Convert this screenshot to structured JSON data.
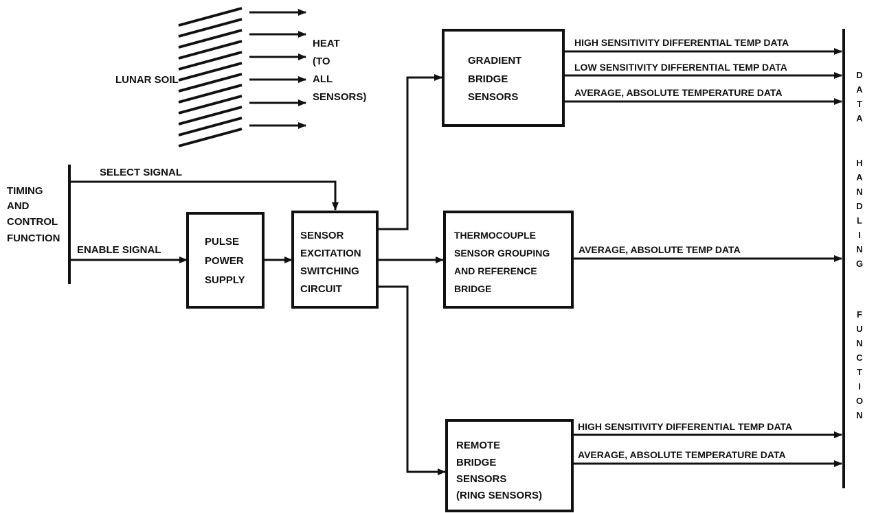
{
  "diagram": {
    "lunar_soil_label": "LUNAR SOIL",
    "heat_label_lines": [
      "HEAT",
      "(TO",
      "ALL",
      "SENSORS)"
    ],
    "timing_label_lines": [
      "TIMING",
      "AND",
      "CONTROL",
      "FUNCTION"
    ],
    "select_signal_label": "SELECT SIGNAL",
    "enable_signal_label": "ENABLE SIGNAL",
    "pulse_power_lines": [
      "PULSE",
      "POWER",
      "SUPPLY"
    ],
    "switching_lines": [
      "SENSOR",
      "EXCITATION",
      "SWITCHING",
      "CIRCUIT"
    ],
    "gradient_lines": [
      "GRADIENT",
      "BRIDGE",
      "SENSORS"
    ],
    "thermocouple_lines": [
      "THERMOCOUPLE",
      "SENSOR GROUPING",
      "AND REFERENCE",
      "BRIDGE"
    ],
    "remote_lines": [
      "REMOTE",
      "BRIDGE",
      "SENSORS",
      "(RING SENSORS)"
    ],
    "gradient_outputs": [
      "HIGH SENSITIVITY DIFFERENTIAL TEMP DATA",
      "LOW SENSITIVITY DIFFERENTIAL TEMP DATA",
      "AVERAGE, ABSOLUTE TEMPERATURE DATA"
    ],
    "thermo_output": "AVERAGE, ABSOLUTE TEMP DATA",
    "remote_outputs": [
      "HIGH SENSITIVITY DIFFERENTIAL TEMP DATA",
      "AVERAGE, ABSOLUTE TEMPERATURE DATA"
    ],
    "data_handling_words": [
      "DATA",
      "HANDLING",
      "FUNCTION"
    ]
  }
}
